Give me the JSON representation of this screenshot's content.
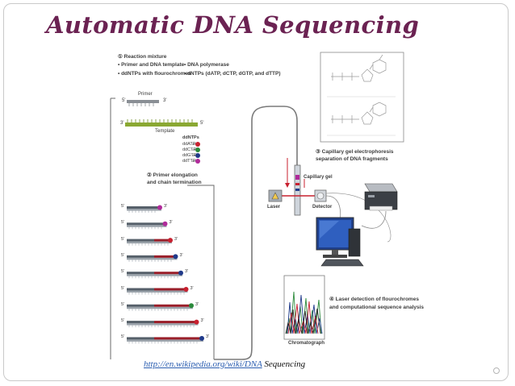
{
  "slide": {
    "title": "Automatic DNA Sequencing",
    "source_link": "http://en.wikipedia.org/wiki/DNA",
    "source_suffix": " Sequencing"
  },
  "diagram": {
    "step1": {
      "heading": "① Reaction mixture",
      "line2a": "• Primer and DNA template",
      "line2b": "• DNA polymerase",
      "line3a": "• ddNTPs with flourochromes",
      "line3b": "• dNTPs (dATP, dCTP, dGTP, and dTTP)"
    },
    "primer_label": "Primer",
    "template_label": "Template",
    "five_prime": "5'",
    "three_prime": "3'",
    "ddntps": {
      "heading": "ddNTPs",
      "items": [
        "ddATP",
        "ddCTP",
        "ddGTP",
        "ddTTP"
      ],
      "colors": [
        "#c8202f",
        "#2a8a3a",
        "#203a8a",
        "#b02a9a"
      ]
    },
    "step2": {
      "line1": "② Primer elongation",
      "line2": "and chain termination"
    },
    "step3": {
      "line1": "③ Capillary gel electrophoresis",
      "line2": "separation of DNA fragments"
    },
    "capillary_label": "Capillary gel",
    "laser_label": "Laser",
    "detector_label": "Detector",
    "step4": {
      "line1": "④ Laser detection of flourochromes",
      "line2": "and computational sequence analysis"
    },
    "chromatograph_label": "Chromatograph",
    "fragment_end_colors": [
      "#b02a9a",
      "#b02a9a",
      "#c8202f",
      "#203a8a",
      "#203a8a",
      "#c8202f",
      "#2a8a3a",
      "#c8202f",
      "#203a8a"
    ],
    "colors": {
      "strand_green": "#8aa832",
      "strand_dark": "#56606a",
      "extension_red": "#9a1f2a",
      "arrow": "#c8202f"
    }
  }
}
